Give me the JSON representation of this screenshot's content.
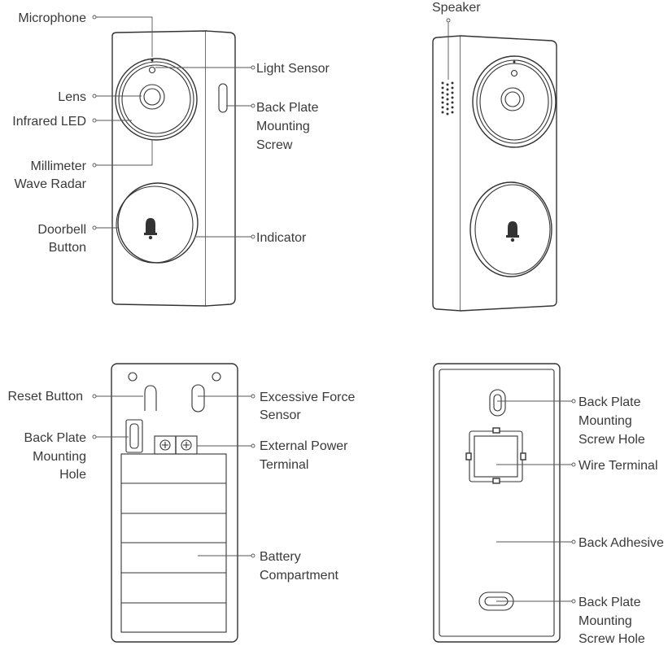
{
  "labels": {
    "microphone": "Microphone",
    "light_sensor": "Light Sensor",
    "lens": "Lens",
    "infrared_led": "Infrared LED",
    "back_plate_screw": [
      "Back Plate",
      "Mounting",
      "Screw"
    ],
    "radar": [
      "Millimeter",
      "Wave Radar"
    ],
    "doorbell_button": [
      "Doorbell",
      "Button"
    ],
    "indicator": "Indicator",
    "speaker": "Speaker",
    "reset_button": "Reset Button",
    "excessive_force_sensor": [
      "Excessive Force",
      "Sensor"
    ],
    "back_plate_hole": [
      "Back Plate",
      "Mounting",
      "Hole"
    ],
    "external_power_terminal": [
      "External Power",
      "Terminal"
    ],
    "battery_compartment": [
      "Battery",
      "Compartment"
    ],
    "back_plate_screw_hole_top": [
      "Back Plate",
      "Mounting",
      "Screw Hole"
    ],
    "wire_terminal": "Wire Terminal",
    "back_adhesive": "Back Adhesive",
    "back_plate_screw_hole_bottom": [
      "Back Plate",
      "Mounting",
      "Screw Hole"
    ]
  }
}
